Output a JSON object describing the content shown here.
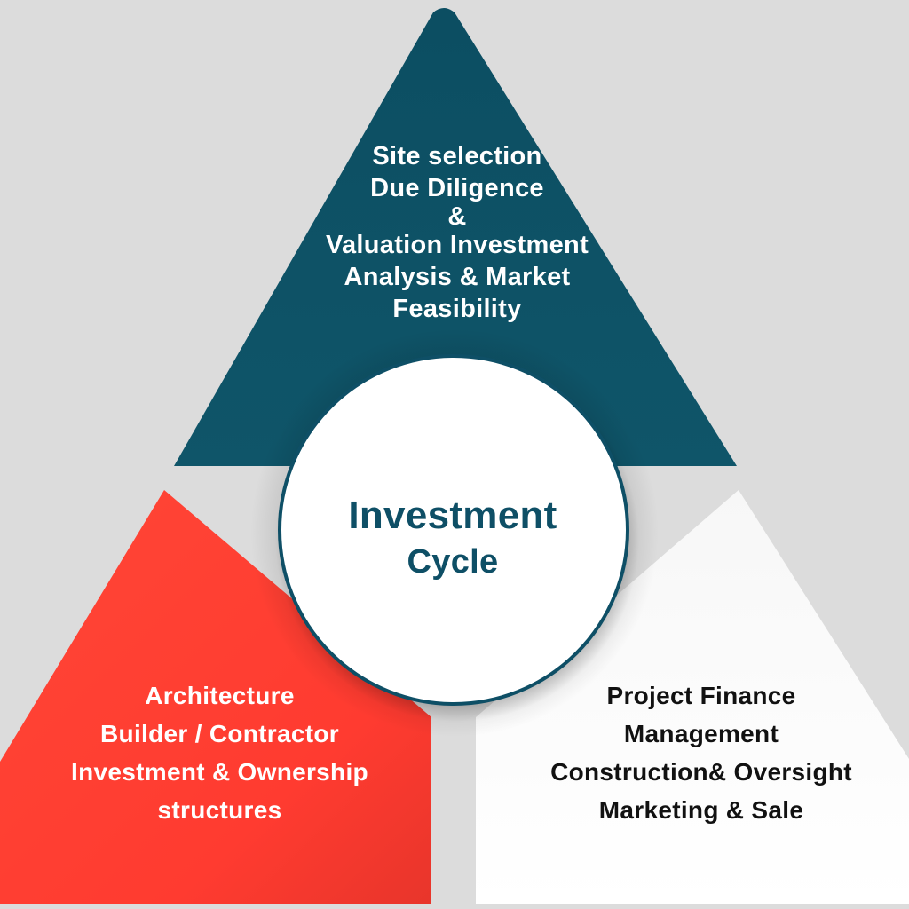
{
  "colors": {
    "background": "#dcdcdc",
    "top_segment": "#0e5266",
    "left_segment": "#ff3b30",
    "right_segment": "#ffffff",
    "center_circle_border": "#0e4f66",
    "center_text": "#0e4f66"
  },
  "center": {
    "line1": "Investment",
    "line2": "Cycle"
  },
  "top_segment": {
    "lines": [
      "Site selection",
      "Due Diligence",
      "&",
      "Valuation Investment",
      "Analysis & Market",
      "Feasibility"
    ]
  },
  "left_segment": {
    "lines": [
      "Architecture",
      "Builder / Contractor",
      "Investment & Ownership",
      "structures"
    ]
  },
  "right_segment": {
    "lines": [
      "Project Finance",
      "Management",
      "Construction& Oversight",
      "Marketing & Sale"
    ]
  }
}
